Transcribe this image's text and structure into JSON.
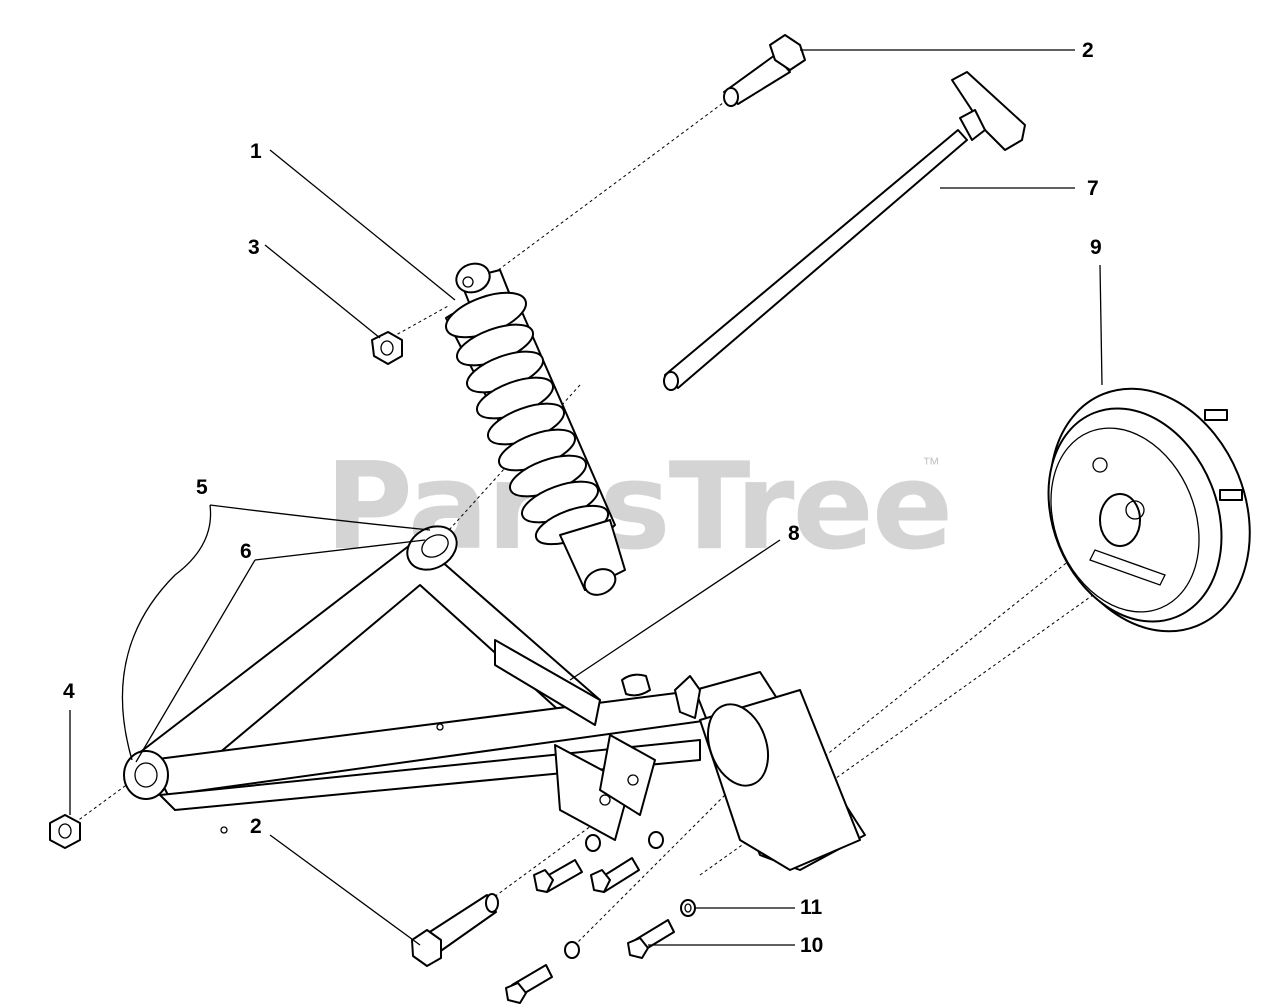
{
  "watermark": {
    "text": "PartsTree",
    "trademark": "™"
  },
  "callouts": [
    {
      "id": "c1",
      "label": "1"
    },
    {
      "id": "c2-top",
      "label": "2"
    },
    {
      "id": "c2-bottom",
      "label": "2"
    },
    {
      "id": "c3",
      "label": "3"
    },
    {
      "id": "c4",
      "label": "4"
    },
    {
      "id": "c5",
      "label": "5"
    },
    {
      "id": "c6",
      "label": "6"
    },
    {
      "id": "c7",
      "label": "7"
    },
    {
      "id": "c8",
      "label": "8"
    },
    {
      "id": "c9",
      "label": "9"
    },
    {
      "id": "c10",
      "label": "10"
    },
    {
      "id": "c11",
      "label": "11"
    }
  ],
  "parts": [
    {
      "label": "1",
      "name": "shock-absorber"
    },
    {
      "label": "2",
      "name": "bolt"
    },
    {
      "label": "3",
      "name": "nut"
    },
    {
      "label": "4",
      "name": "nut"
    },
    {
      "label": "5",
      "name": "swing-arm"
    },
    {
      "label": "6",
      "name": "bushing"
    },
    {
      "label": "7",
      "name": "rod"
    },
    {
      "label": "8",
      "name": "bracket"
    },
    {
      "label": "9",
      "name": "brake-drum"
    },
    {
      "label": "10",
      "name": "bolt"
    },
    {
      "label": "11",
      "name": "washer"
    }
  ]
}
